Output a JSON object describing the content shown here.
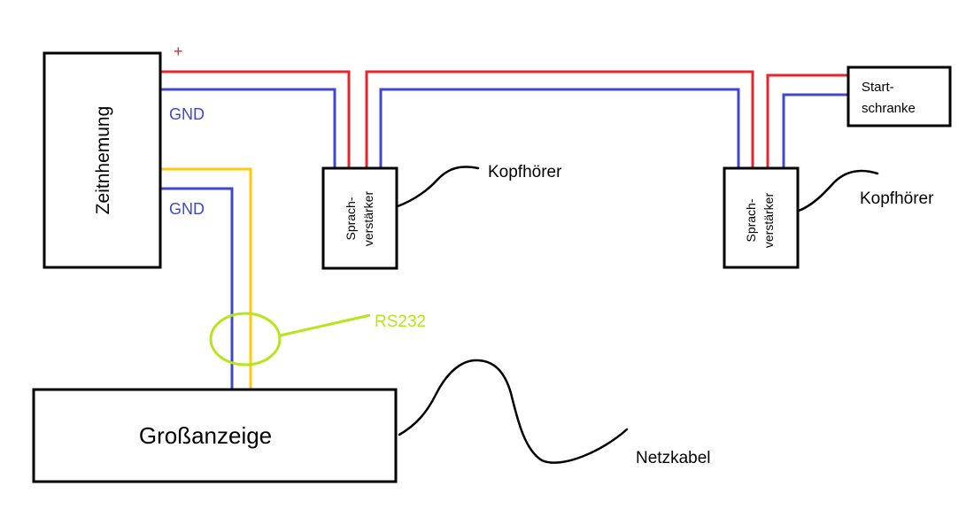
{
  "boxes": {
    "zeitnehmung": "Zeitnhemung",
    "grossanzeige": "Großanzeige",
    "sprachverstaerker_1": [
      "Sprach-",
      "verstärker"
    ],
    "sprachverstaerker_2": [
      "Sprach-",
      "verstärker"
    ],
    "startschranke": [
      "Start-",
      "schranke"
    ]
  },
  "labels": {
    "plus": "+",
    "gnd_top": "GND",
    "gnd_bottom": "GND",
    "kopfhoerer_1": "Kopfhörer",
    "kopfhoerer_2": "Kopfhörer",
    "rs232": "RS232",
    "netzkabel": "Netzkabel"
  },
  "colors": {
    "plus_wire": "#e8242c",
    "gnd_wire": "#3f48cc",
    "data_wire": "#ffc90e",
    "rs232_marker": "#b5e61d",
    "box_border": "#000000",
    "text": "#000000"
  }
}
